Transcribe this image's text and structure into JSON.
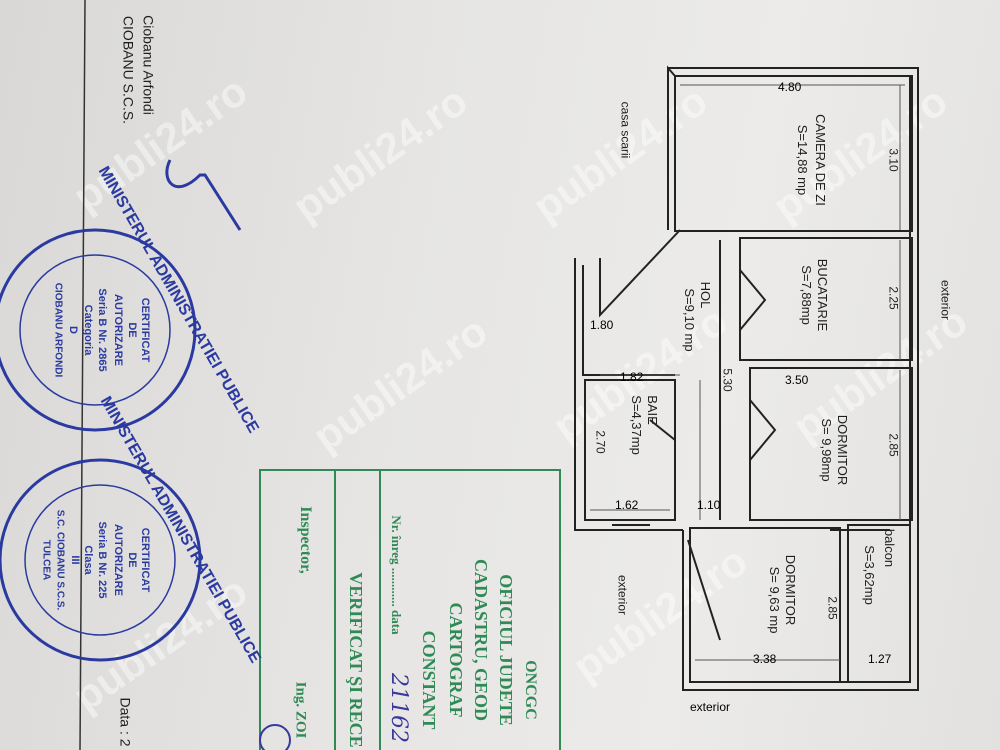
{
  "document": {
    "author_lines": [
      "Ciobanu Arfondi",
      "CIOBANU S.C.S."
    ],
    "date_label": "Data : 2",
    "stamp1": {
      "ring": "MINISTERUL ADMINISTRATIEI PUBLICE",
      "lines": [
        "CERTIFICAT",
        "DE",
        "AUTORIZARE",
        "Seria B Nr. 2865",
        "Categoria",
        "D",
        "CIOBANU ARFONDI"
      ]
    },
    "stamp2": {
      "ring": "MINISTERUL ADMINISTRATIEI PUBLICE",
      "lines": [
        "CERTIFICAT",
        "DE",
        "AUTORIZARE",
        "Seria B Nr. 225",
        "Clasa",
        "III",
        "S.C. CIOBANU S.C.S.",
        "TULCEA"
      ]
    },
    "oncgc_stamp": {
      "lines": [
        "ONCGC",
        "OFICIUL JUDETE",
        "CADASTRU, GEOD",
        "CARTOGRAF",
        "CONSTANT"
      ],
      "nr_label": "Nr. înreg ............ data",
      "handwritten_nr": "21162",
      "verified": "VERIFICAT ŞI RECE",
      "inspector": "Inspector,",
      "ing": "Ing. ZOI"
    },
    "watermark": "publi24.ro",
    "colors": {
      "stamp_blue": "#2a3aa0",
      "stamp_green": "#2f8a55"
    }
  },
  "plan": {
    "labels": {
      "casa_scarii": "casa scarii",
      "exterior_right": "exterior",
      "exterior_bottom": "exterior",
      "exterior_mid": "exterior"
    },
    "rooms": [
      {
        "name": "CAMERA DE ZI",
        "area": "S=14,88 mp"
      },
      {
        "name": "BUCATARIE",
        "area": "S=7,88mp"
      },
      {
        "name": "HOL",
        "area": "S=9,10 mp"
      },
      {
        "name": "DORMITOR",
        "area": "S= 9,98mp"
      },
      {
        "name": "BAIE",
        "area": "S=4,37mp"
      },
      {
        "name": "DORMITOR",
        "area": "S= 9,63 mp"
      },
      {
        "name": "balcon",
        "area": "S=3,62mp"
      }
    ],
    "dimensions": [
      "4.80",
      "3.10",
      "2.25",
      "3.50",
      "2.85",
      "5.30",
      "1.82",
      "1.80",
      "2.70",
      "1.62",
      "1.10",
      "2.85",
      "3.38",
      "1.27"
    ]
  }
}
